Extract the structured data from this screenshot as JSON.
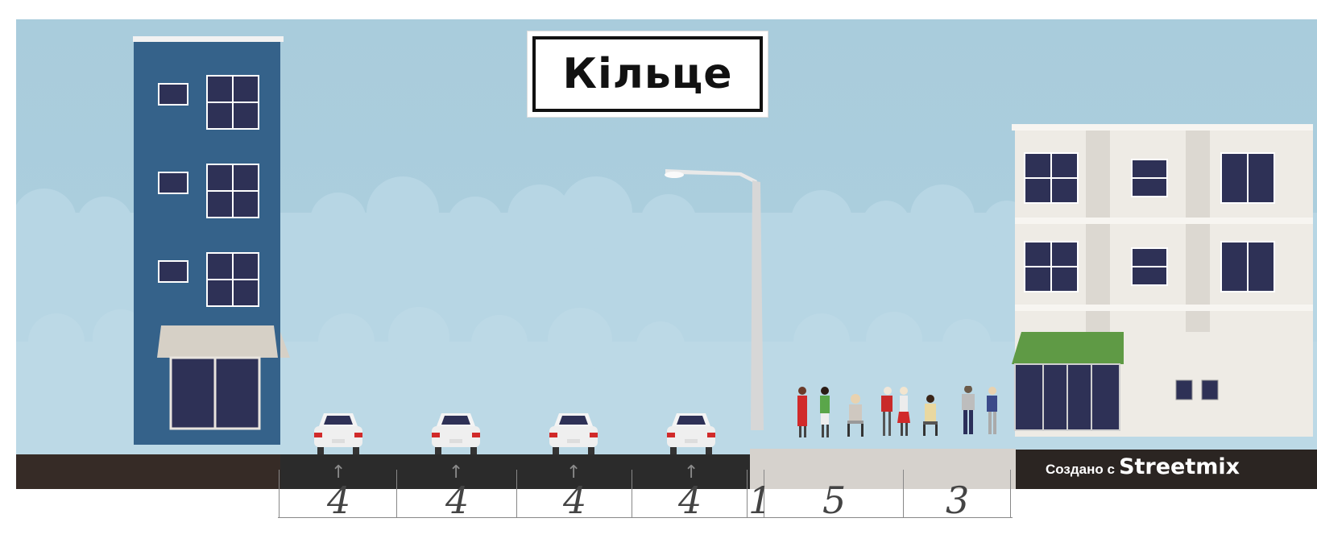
{
  "street": {
    "name": "Кільце",
    "credit_prefix": "Создано с",
    "credit_brand": "Streetmix"
  },
  "segments": [
    {
      "type": "drive-lane",
      "width": "4",
      "arrow": "↑"
    },
    {
      "type": "drive-lane",
      "width": "4",
      "arrow": "↑"
    },
    {
      "type": "drive-lane",
      "width": "4",
      "arrow": "↑"
    },
    {
      "type": "drive-lane",
      "width": "4",
      "arrow": "↑"
    },
    {
      "type": "sidewalk-lamp",
      "width": "1"
    },
    {
      "type": "sidewalk",
      "width": "5"
    },
    {
      "type": "sidewalk",
      "width": "3"
    }
  ],
  "colors": {
    "sky": "#a9ccdc",
    "road": "#2b2b2b",
    "sidewalk": "#d6d2cd",
    "left_building": "#35628a",
    "right_building": "#efece6",
    "awning_green": "#5f9a45"
  }
}
